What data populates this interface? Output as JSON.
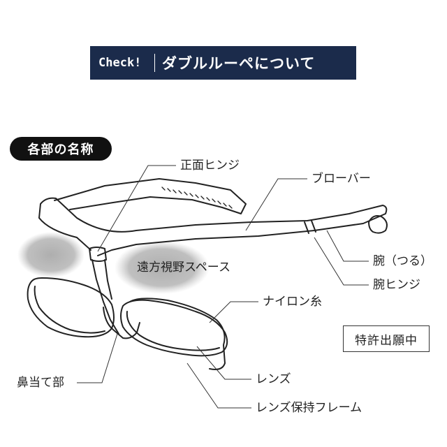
{
  "banner": {
    "check": "Check!",
    "title": "ダブルルーペについて"
  },
  "section_label": "各部の名称",
  "labels": {
    "front_hinge": "正面ヒンジ",
    "brow_bar": "ブローバー",
    "temple": "腕（つる）",
    "temple_hinge": "腕ヒンジ",
    "distance_space": "遠方視野スペース",
    "nylon_thread": "ナイロン糸",
    "nose_pad": "鼻当て部",
    "lens": "レンズ",
    "lens_frame": "レンズ保持フレーム"
  },
  "patent_badge": "特許出願中",
  "colors": {
    "banner_bg": "#1b2b4b",
    "pill_bg": "#111111",
    "gray_area": "#b4b4b4"
  }
}
